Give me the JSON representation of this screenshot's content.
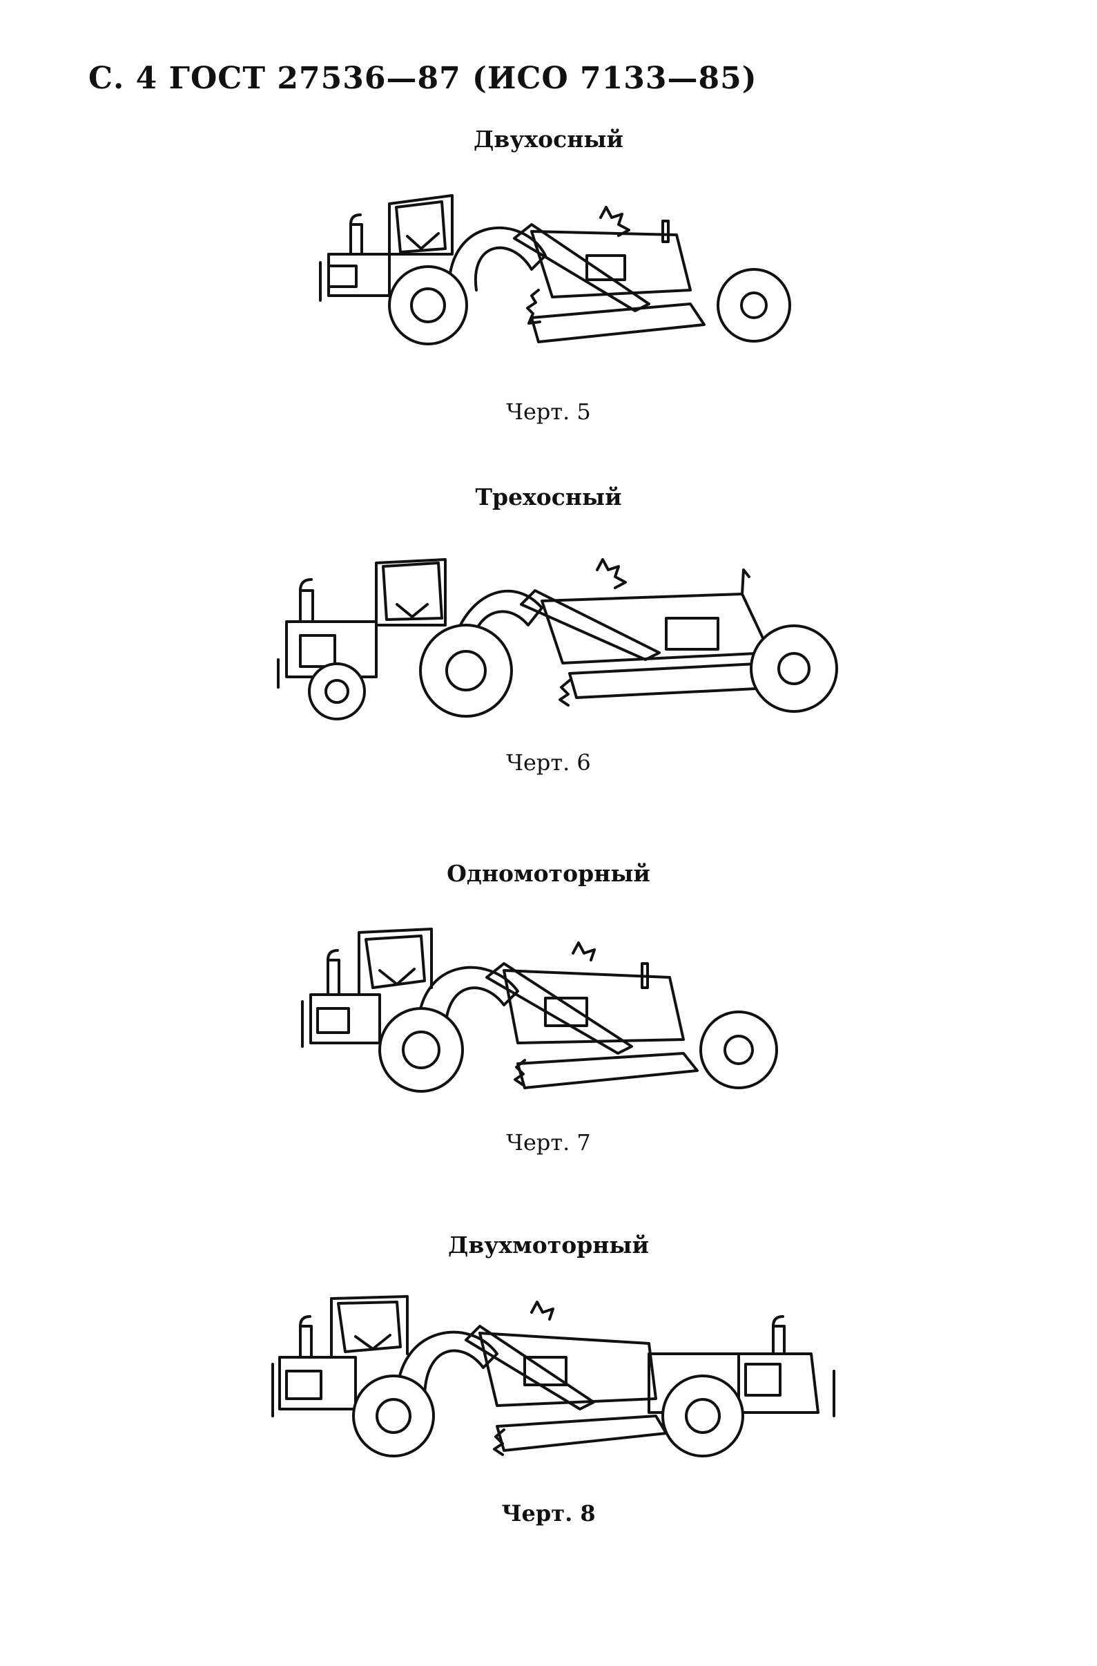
{
  "page_header": "С. 4 ГОСТ 27536—87 (ИСО 7133—85)",
  "figures": [
    {
      "title": "Двухосный",
      "caption": "Черт. 5"
    },
    {
      "title": "Трехосный",
      "caption": "Черт. 6"
    },
    {
      "title": "Одномоторный",
      "caption": "Черт. 7"
    },
    {
      "title": "Двухмоторный",
      "caption": "Черт. 8"
    }
  ]
}
